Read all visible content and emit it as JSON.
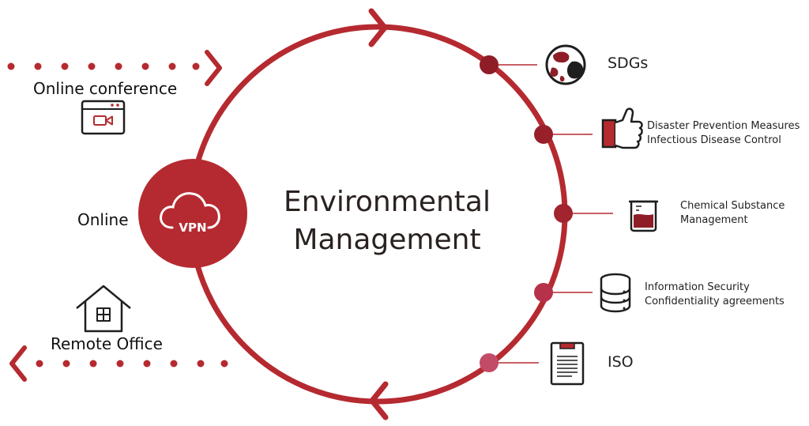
{
  "colors": {
    "primary": "#b52a30",
    "dark": "#8e1d27",
    "icon": "#1e1e1e",
    "dot_1": "#8e1d27",
    "dot_2": "#97202b",
    "dot_3": "#a1242f",
    "dot_4": "#b5324a",
    "dot_5": "#c24b68"
  },
  "center": {
    "title_line1": "Environmental",
    "title_line2": "Management"
  },
  "left": {
    "online_conference": "Online conference",
    "online": "Online",
    "vpn": "VPN",
    "remote_office": "Remote Office"
  },
  "items": [
    {
      "id": "sdgs",
      "icon": "globe-icon",
      "lines": [
        "SDGs"
      ]
    },
    {
      "id": "disaster",
      "icon": "thumbs-up-icon",
      "lines": [
        "Disaster Prevention Measures",
        "Infectious Disease Control"
      ]
    },
    {
      "id": "chemical",
      "icon": "beaker-icon",
      "lines": [
        "Chemical Substance",
        "Management"
      ]
    },
    {
      "id": "security",
      "icon": "database-icon",
      "lines": [
        "Information Security",
        "Confidentiality agreements"
      ]
    },
    {
      "id": "iso",
      "icon": "clipboard-icon",
      "lines": [
        "ISO"
      ]
    }
  ]
}
